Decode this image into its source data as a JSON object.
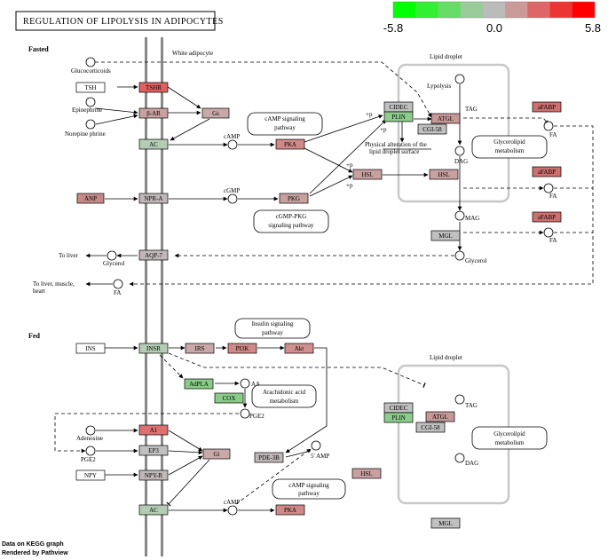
{
  "title": "REGULATION OF LIPOLYSIS IN ADIPOCYTES",
  "legend": {
    "min_label": "-5.8",
    "mid_label": "0.0",
    "max_label": "5.8",
    "colors": [
      "#00ff00",
      "#33ef33",
      "#66dd66",
      "#99cc99",
      "#bbbbbb",
      "#cc9999",
      "#dd6666",
      "#ee3333",
      "#ff0000"
    ]
  },
  "sections": {
    "fasted": "Fasted",
    "fed": "Fed"
  },
  "labels": {
    "white_adipocyte": "White adipocyte",
    "lipid_droplet_1": "Lipid droplet",
    "lipid_droplet_2": "Lipid droplet",
    "lypolysis": "Lypolysis",
    "physical_alteration_1": "Physical alteration of the",
    "physical_alteration_2": "lipid droplet surface",
    "glucocorticoids": "Glucocorticoids",
    "epinephrine": "Epinephrine",
    "norepinephrine": "Norepine phrine",
    "camp_1": "cAMP",
    "cgmp": "cGMP",
    "tag_1": "TAG",
    "dag_1": "DAG",
    "mag": "MAG",
    "fa_1": "FA",
    "fa_2": "FA",
    "fa_3": "FA",
    "fa_4": "FA",
    "glycerol_in": "Glycerol",
    "glycerol_out": "Glycerol",
    "to_liver": "To liver",
    "to_liver_muscle_1": "To liver, muscle,",
    "to_liver_muscle_2": "heart",
    "p1": "+p",
    "p2": "+p",
    "p3": "+p",
    "p4": "+p",
    "aa": "AA",
    "pge2_1": "PGE2",
    "pge2_2": "PGE2",
    "adenosine": "Adenosine",
    "amp5": "5' AMP",
    "camp_2": "cAMP",
    "tag_2": "TAG",
    "dag_2": "DAG"
  },
  "pathways": {
    "camp_signaling_1a": "cAMP signaling",
    "camp_signaling_1b": "pathway",
    "cgmp_pkg_a": "cGMP-PKG",
    "cgmp_pkg_b": "signaling pathway",
    "glycerolipid_1a": "Glycerolipid",
    "glycerolipid_1b": "metabolism",
    "insulin_a": "Insulin signaling",
    "insulin_b": "pathway",
    "arachidonic_a": "Arachidonic acid",
    "arachidonic_b": "metabolism",
    "glycerolipid_2a": "Glycerolipid",
    "glycerolipid_2b": "metabolism",
    "camp_signaling_2a": "cAMP signaling",
    "camp_signaling_2b": "pathway"
  },
  "genes": {
    "tsh": {
      "label": "TSH",
      "color": "#ffffff"
    },
    "tshr": {
      "label": "TSHR",
      "color": "#e06060"
    },
    "b_ar": {
      "label": "β-AR",
      "color": "#c8a0a0"
    },
    "gs": {
      "label": "Gs",
      "color": "#c8a8a8"
    },
    "ac_1": {
      "label": "AC",
      "color": "#b4ccb4"
    },
    "pka_1": {
      "label": "PKA",
      "color": "#d08888"
    },
    "anp": {
      "label": "ANP",
      "color": "#c88888"
    },
    "npr_a": {
      "label": "NPR-A",
      "color": "#c0b8b8"
    },
    "pkg": {
      "label": "PKG",
      "color": "#c8a0a0"
    },
    "aqp7": {
      "label": "AQP-7",
      "color": "#c0b8b8"
    },
    "cidec_1": {
      "label": "CIDEC",
      "color": "#c0c0c0"
    },
    "plin_1": {
      "label": "PLIN",
      "color": "#8ccc8c"
    },
    "atgl_1": {
      "label": "ATGL",
      "color": "#c89898"
    },
    "cgi58_1": {
      "label": "CGI-58",
      "color": "#c0c0c0"
    },
    "hsl_1": {
      "label": "HSL",
      "color": "#c8a0a0"
    },
    "hsl_2": {
      "label": "HSL",
      "color": "#c8a0a0"
    },
    "mgl_1": {
      "label": "MGL",
      "color": "#c0c0c0"
    },
    "afabp_1": {
      "label": "aFABP",
      "color": "#cc7070"
    },
    "afabp_2": {
      "label": "aFABP",
      "color": "#cc7070"
    },
    "afabp_3": {
      "label": "aFABP",
      "color": "#cc7070"
    },
    "ins": {
      "label": "INS",
      "color": "#ffffff"
    },
    "insr": {
      "label": "INSR",
      "color": "#b4ccb4"
    },
    "irs": {
      "label": "IRS",
      "color": "#c8a8a8"
    },
    "pi3k": {
      "label": "PI3K",
      "color": "#d08888"
    },
    "akt": {
      "label": "Akt",
      "color": "#d09090"
    },
    "adpla": {
      "label": "AdPLA",
      "color": "#88cc88"
    },
    "cox": {
      "label": "COX",
      "color": "#88cc88"
    },
    "a1": {
      "label": "A1",
      "color": "#dd7070"
    },
    "ep3": {
      "label": "EP3",
      "color": "#c0c0c0"
    },
    "gi": {
      "label": "Gi",
      "color": "#c8a8a8"
    },
    "npy": {
      "label": "NPY",
      "color": "#ffffff"
    },
    "npy_r": {
      "label": "NPY-R",
      "color": "#c0b8b8"
    },
    "pde3b": {
      "label": "PDE-3B",
      "color": "#c0b8b8"
    },
    "ac_2": {
      "label": "AC",
      "color": "#b4ccb4"
    },
    "pka_2": {
      "label": "PKA",
      "color": "#d08888"
    },
    "hsl_3": {
      "label": "HSL",
      "color": "#c8a0a0"
    },
    "mgl_2": {
      "label": "MGL",
      "color": "#c0c0c0"
    },
    "cidec_2": {
      "label": "CIDEC",
      "color": "#c0c0c0"
    },
    "plin_2": {
      "label": "PLIN",
      "color": "#8ccc8c"
    },
    "atgl_2": {
      "label": "ATGL",
      "color": "#c89898"
    },
    "cgi58_2": {
      "label": "CGI-58",
      "color": "#c0c0c0"
    }
  },
  "footer": {
    "line1": "Data on KEGG graph",
    "line2": "Rendered by Pathview"
  }
}
